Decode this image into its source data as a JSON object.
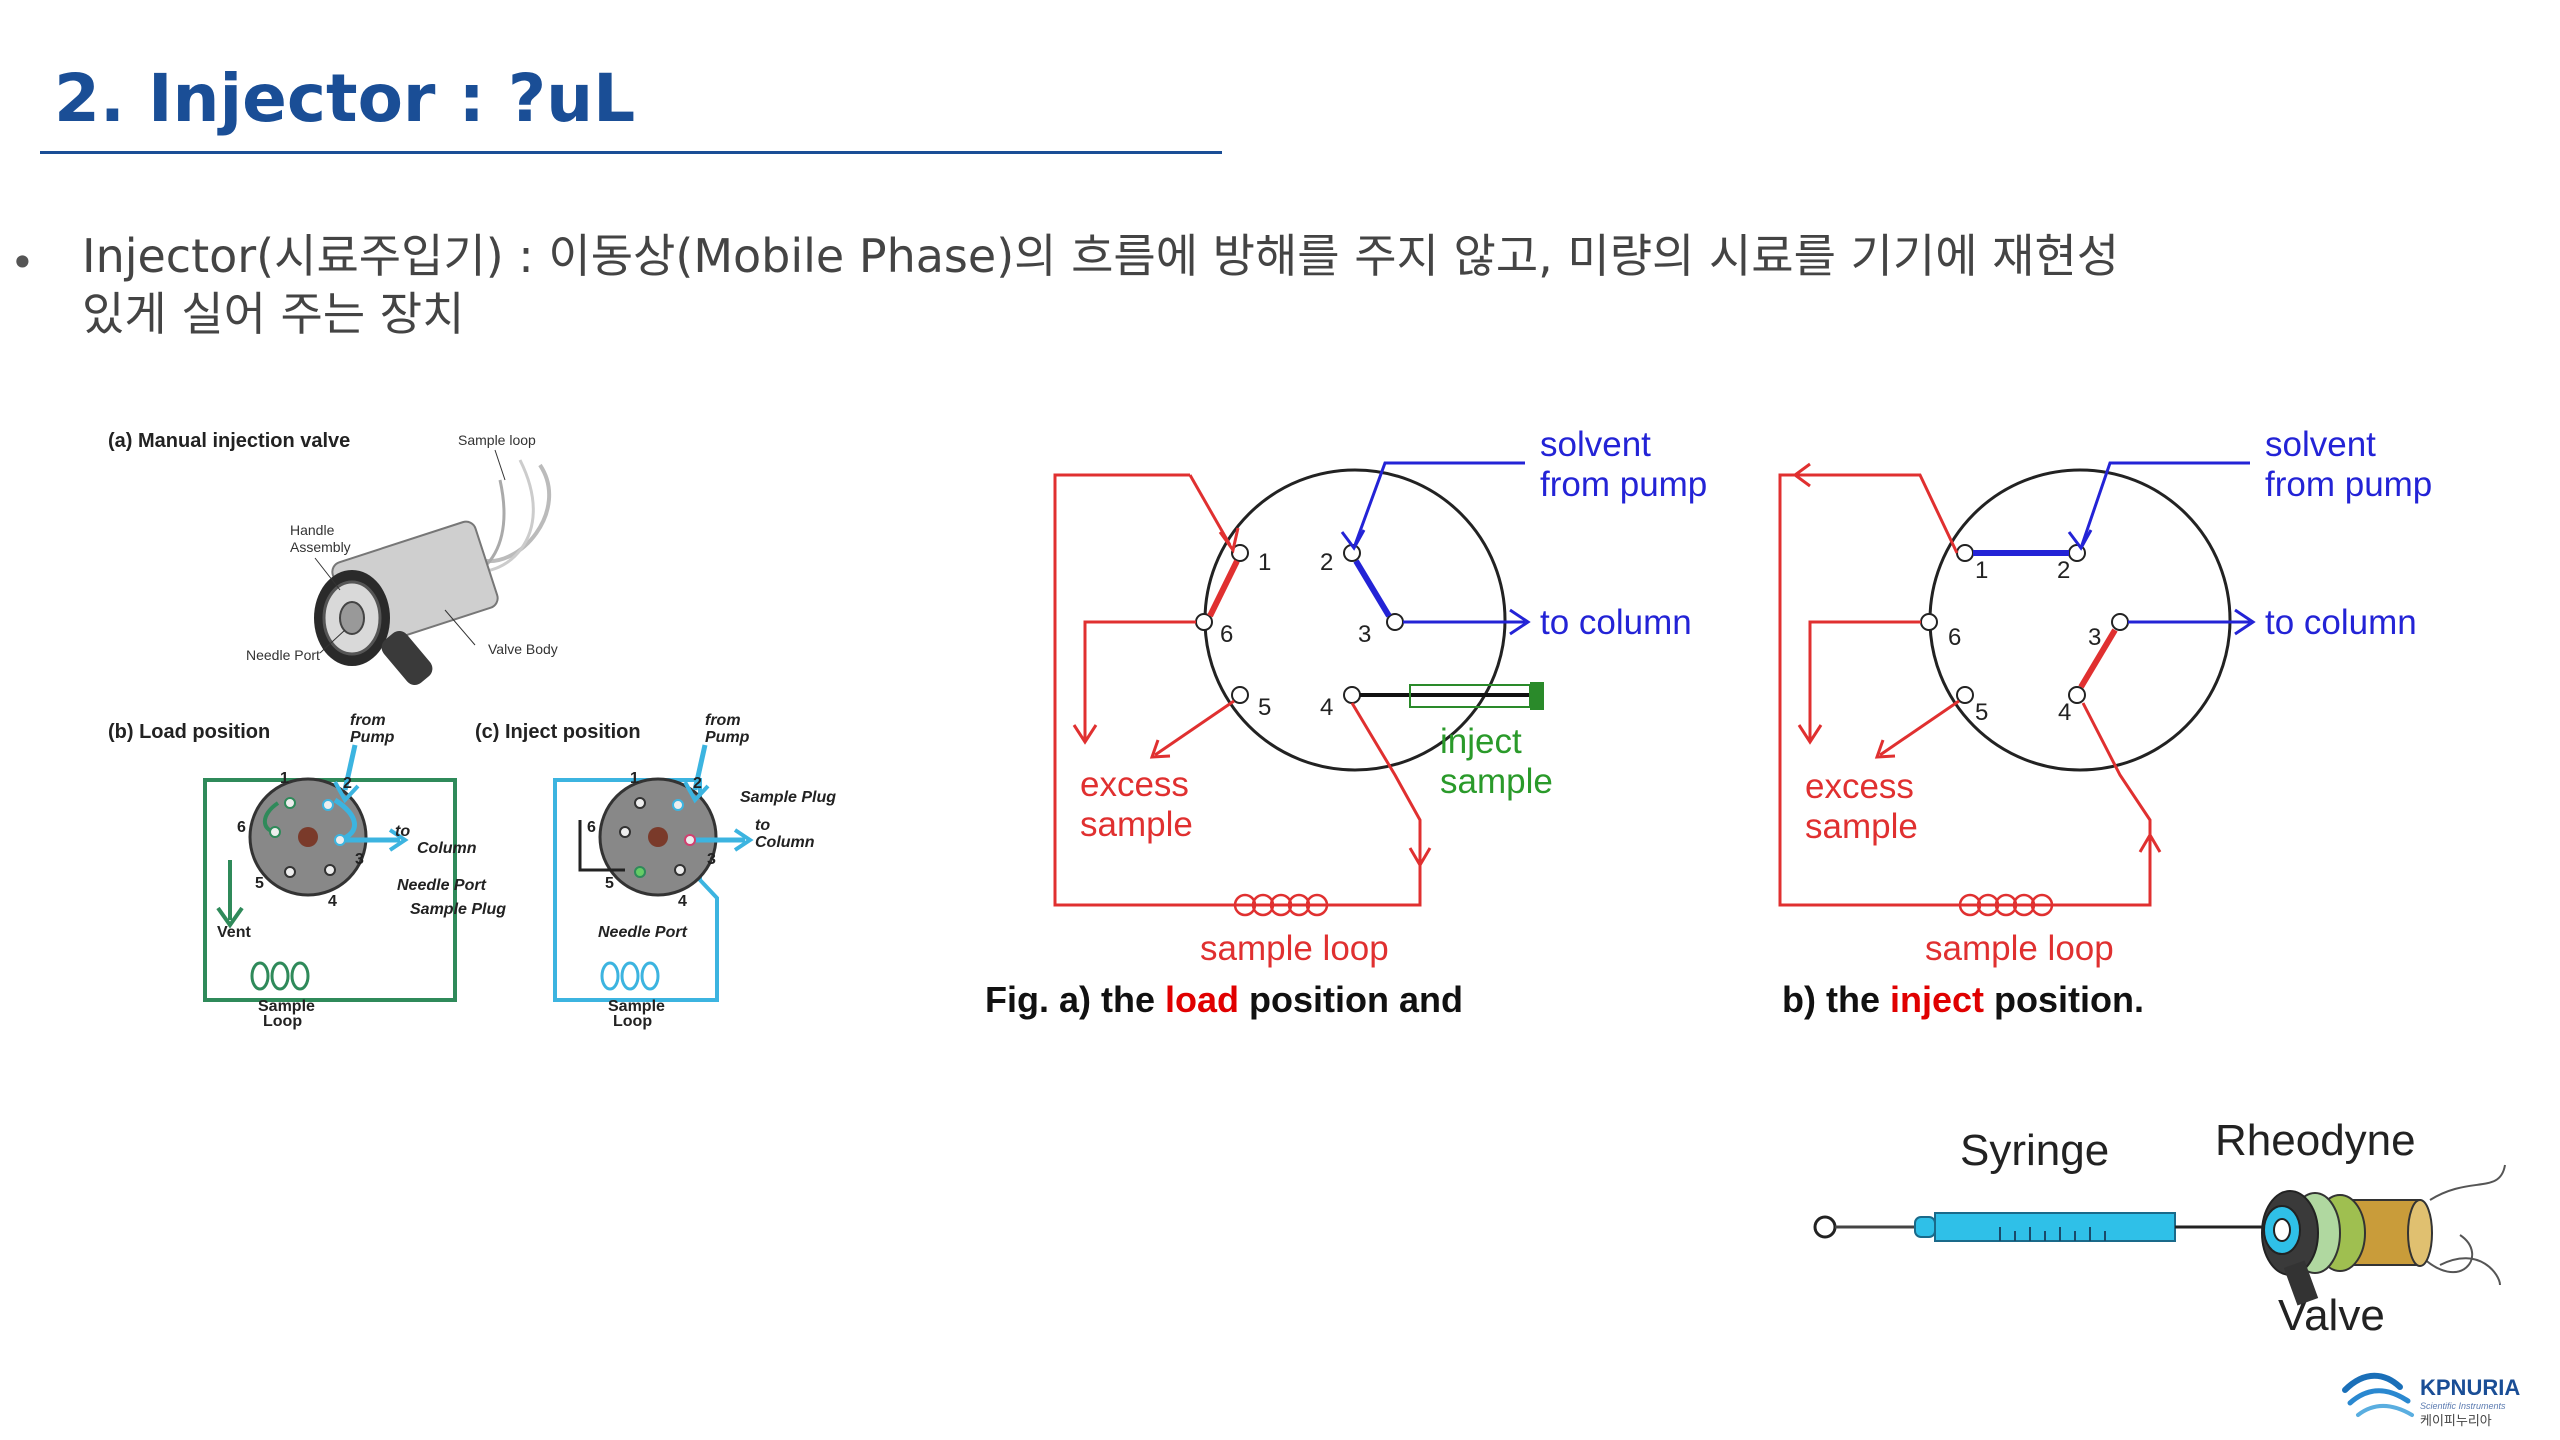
{
  "slide": {
    "title": "2. Injector : ?uL",
    "bullet_symbol": "•",
    "bullet_line1": "Injector(시료주입기) : 이동상(Mobile Phase)의 흐름에 방해를 주지 않고, 미량의 시료를 기기에 재현성",
    "bullet_line2": "있게 실어 주는 장치"
  },
  "left_figure": {
    "a_title": "(a) Manual injection valve",
    "sample_loop": "Sample loop",
    "handle": "Handle",
    "assembly": "Assembly",
    "needle_port": "Needle Port",
    "valve_body": "Valve Body",
    "b_title": "(b) Load position",
    "c_title": "(c) Inject position",
    "from": "from",
    "pump": "Pump",
    "to": "to",
    "column": "Column",
    "needle_port_b": "Needle Port",
    "sample_plug": "Sample Plug",
    "vent": "Vent",
    "sample": "Sample",
    "loop": "Loop",
    "port_numbers": [
      "1",
      "2",
      "3",
      "4",
      "5",
      "6"
    ]
  },
  "load_diagram": {
    "solvent": "solvent",
    "from_pump": "from pump",
    "to_column": "to column",
    "inject": "inject",
    "sample": "sample",
    "excess": "excess",
    "sample_loop": "sample loop"
  },
  "inject_diagram": {
    "solvent": "solvent",
    "from_pump": "from pump",
    "to_column": "to column",
    "excess": "excess",
    "sample": "sample",
    "sample_loop": "sample loop"
  },
  "caption": {
    "fig_prefix": "Fig. ",
    "a_marker": "a)",
    "a_text": " the ",
    "load_word": "load",
    "a_end": " position and",
    "b_marker": "b)",
    "b_text": " the ",
    "inject_word": "inject",
    "b_end": " position."
  },
  "syringe_figure": {
    "syringe": "Syringe",
    "rheodyne": "Rheodyne",
    "valve": "Valve"
  },
  "logo": {
    "brand": "KPNURIA",
    "sub": "Scientific Instruments",
    "korean": "케이피누리아"
  },
  "colors": {
    "title_blue": "#1a4e96",
    "diagram_red": "#e03030",
    "diagram_blue": "#2323d6",
    "load_green": "#2f8a5a",
    "inject_cyan": "#3cb4e0"
  }
}
